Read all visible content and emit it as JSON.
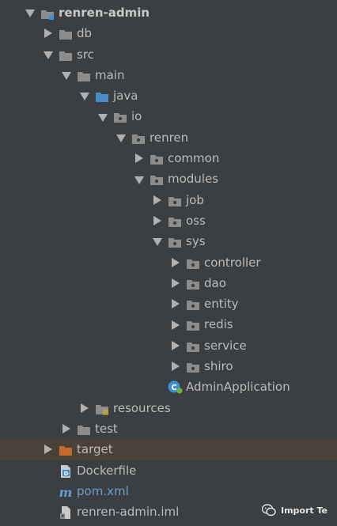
{
  "tree": {
    "items": [
      {
        "label": "renren-admin",
        "arrow": "down",
        "icon": "module",
        "depth": 0,
        "style": "bold"
      },
      {
        "label": "db",
        "arrow": "right",
        "icon": "folder",
        "depth": 1
      },
      {
        "label": "src",
        "arrow": "down",
        "icon": "folder",
        "depth": 1
      },
      {
        "label": "main",
        "arrow": "down",
        "icon": "folder",
        "depth": 2
      },
      {
        "label": "java",
        "arrow": "down",
        "icon": "source-folder",
        "depth": 3
      },
      {
        "label": "io",
        "arrow": "down",
        "icon": "package",
        "depth": 4
      },
      {
        "label": "renren",
        "arrow": "down",
        "icon": "package",
        "depth": 5
      },
      {
        "label": "common",
        "arrow": "right",
        "icon": "package",
        "depth": 6
      },
      {
        "label": "modules",
        "arrow": "down",
        "icon": "package",
        "depth": 6
      },
      {
        "label": "job",
        "arrow": "right",
        "icon": "package",
        "depth": 7
      },
      {
        "label": "oss",
        "arrow": "right",
        "icon": "package",
        "depth": 7
      },
      {
        "label": "sys",
        "arrow": "down",
        "icon": "package",
        "depth": 7
      },
      {
        "label": "controller",
        "arrow": "right",
        "icon": "package",
        "depth": 8
      },
      {
        "label": "dao",
        "arrow": "right",
        "icon": "package",
        "depth": 8
      },
      {
        "label": "entity",
        "arrow": "right",
        "icon": "package",
        "depth": 8
      },
      {
        "label": "redis",
        "arrow": "right",
        "icon": "package",
        "depth": 8
      },
      {
        "label": "service",
        "arrow": "right",
        "icon": "package",
        "depth": 8
      },
      {
        "label": "shiro",
        "arrow": "right",
        "icon": "package",
        "depth": 8
      },
      {
        "label": "AdminApplication",
        "arrow": "none",
        "icon": "spring-class",
        "depth": 7
      },
      {
        "label": "resources",
        "arrow": "right",
        "icon": "resources-folder",
        "depth": 3
      },
      {
        "label": "test",
        "arrow": "right",
        "icon": "folder",
        "depth": 2
      },
      {
        "label": "target",
        "arrow": "right",
        "icon": "excluded-folder",
        "depth": 1,
        "highlight": true
      },
      {
        "label": "Dockerfile",
        "arrow": "none",
        "icon": "docker-file",
        "depth": 1
      },
      {
        "label": "pom.xml",
        "arrow": "none",
        "icon": "maven-file",
        "depth": 1,
        "style": "blue"
      },
      {
        "label": "renren-admin.iml",
        "arrow": "none",
        "icon": "iml-file",
        "depth": 1
      }
    ]
  },
  "watermark": {
    "text": "Import Te",
    "icon": "wechat-icon"
  },
  "colors": {
    "background": "#3c3f41",
    "text": "#bbbbbb",
    "highlight_row": "#4a4138",
    "blue_text": "#6d9cd3",
    "folder": "#8c8c8c",
    "source_folder": "#4a8ac9",
    "excluded_folder": "#c06a2c"
  }
}
